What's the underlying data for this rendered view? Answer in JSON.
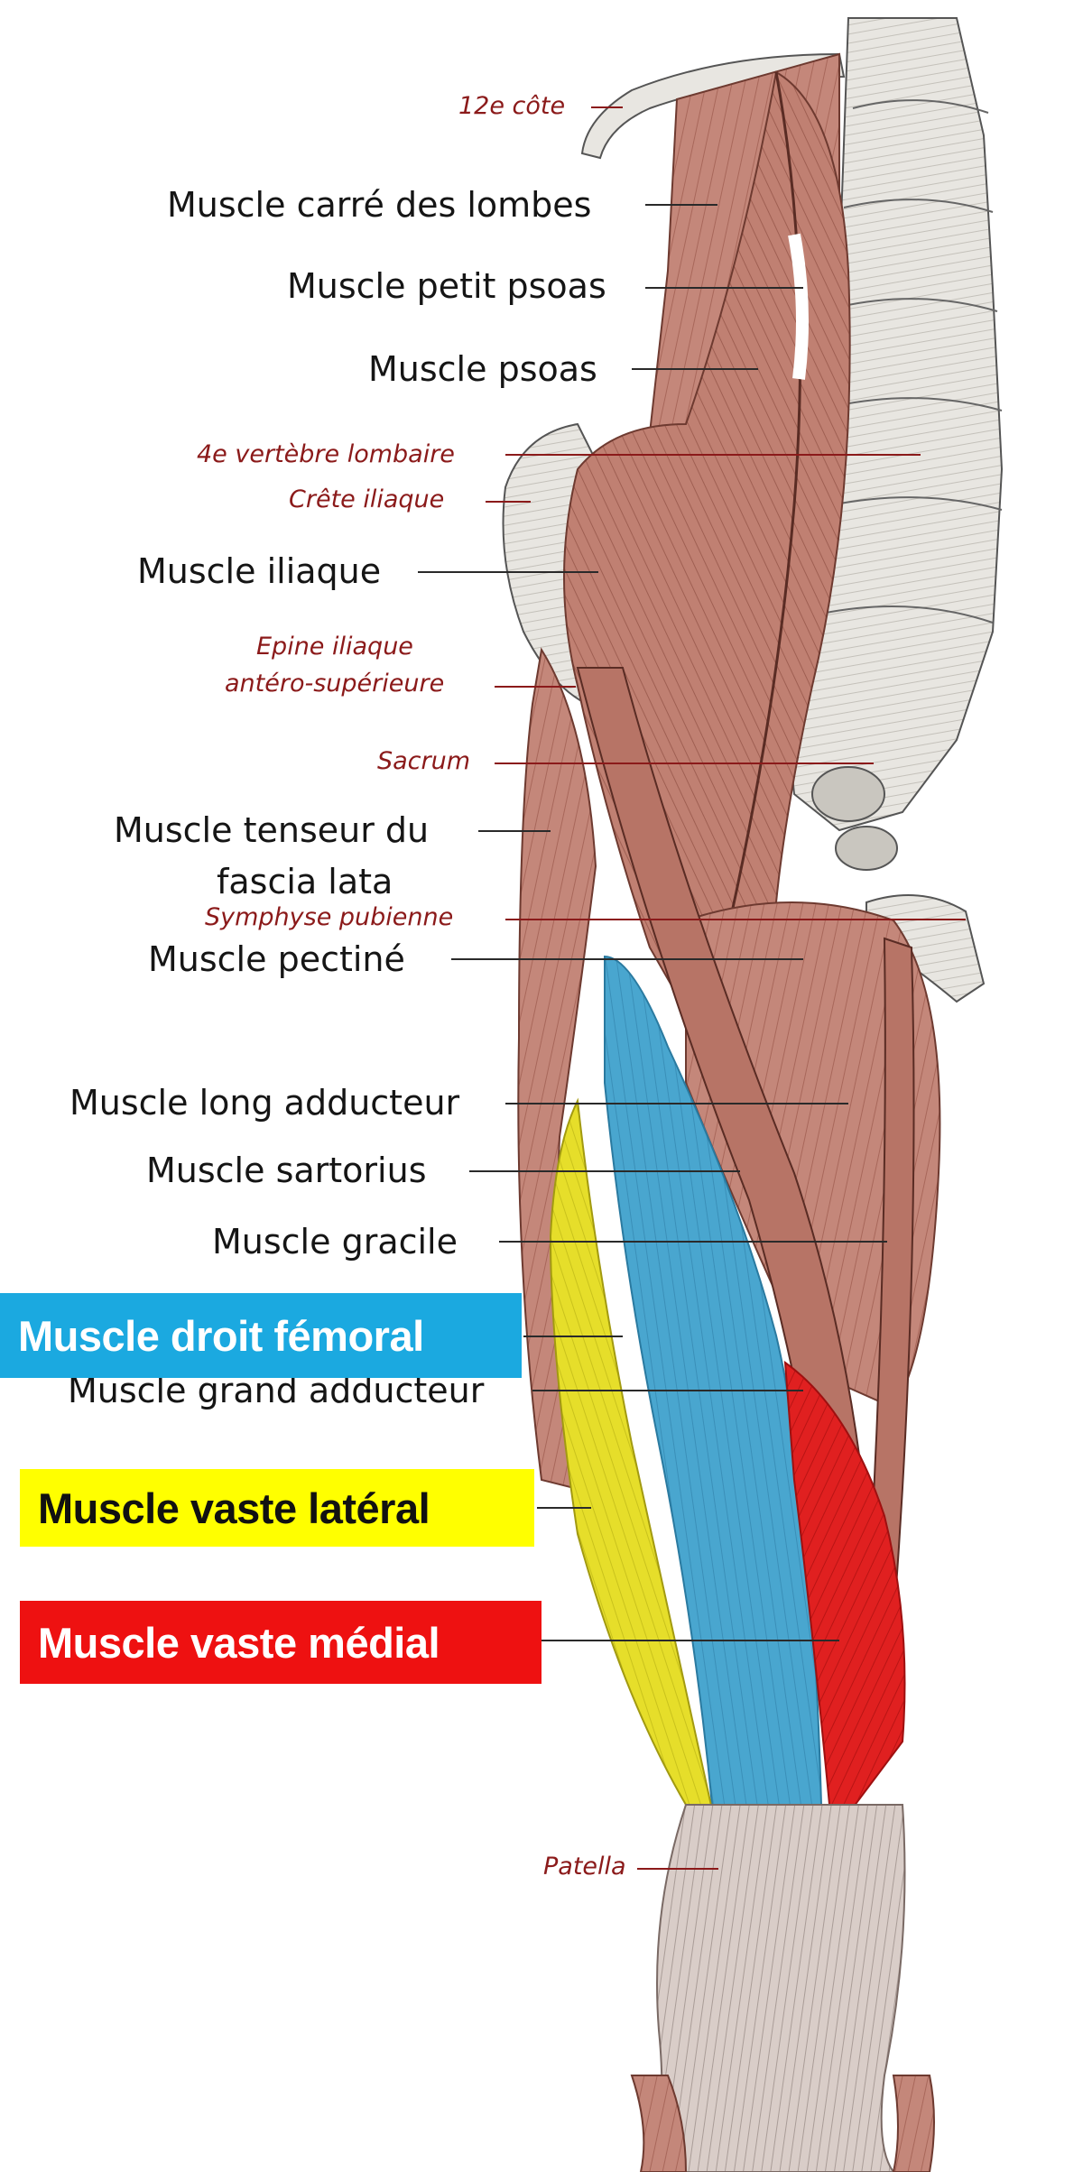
{
  "labels": {
    "rib12": "12e côte",
    "quadratus_lumborum": "Muscle carré des lombes",
    "psoas_minor": "Muscle petit psoas",
    "psoas": "Muscle psoas",
    "lumbar4": "4e vertèbre lombaire",
    "iliac_crest": "Crête iliaque",
    "iliacus": "Muscle iliaque",
    "asis_line1": "Epine iliaque",
    "asis_line2": "antéro-supérieure",
    "sacrum": "Sacrum",
    "tfl_line1": "Muscle tenseur du",
    "tfl_line2": "fascia lata",
    "pubic_symphysis": "Symphyse pubienne",
    "pectineus": "Muscle pectiné",
    "adductor_longus": "Muscle long adducteur",
    "sartorius": "Muscle sartorius",
    "gracilis": "Muscle gracile",
    "adductor_magnus": "Muscle grand adducteur",
    "patella": "Patella"
  },
  "highlights": {
    "rectus_femoris": {
      "text": "Muscle droit fémoral",
      "color": "#1ba9e0",
      "text_color": "#ffffff"
    },
    "vastus_lateralis": {
      "text": "Muscle vaste latéral",
      "color": "#ffff00",
      "text_color": "#111111"
    },
    "vastus_medialis": {
      "text": "Muscle vaste médial",
      "color": "#ee1111",
      "text_color": "#ffffff"
    }
  },
  "colors": {
    "muscle": "#c4877a",
    "muscle_dark": "#9c5a4c",
    "bone": "#e6e4df",
    "bone_shade": "#b9b6ae",
    "leader_black": "#2a2a2a",
    "leader_red": "#8b1a1a"
  }
}
